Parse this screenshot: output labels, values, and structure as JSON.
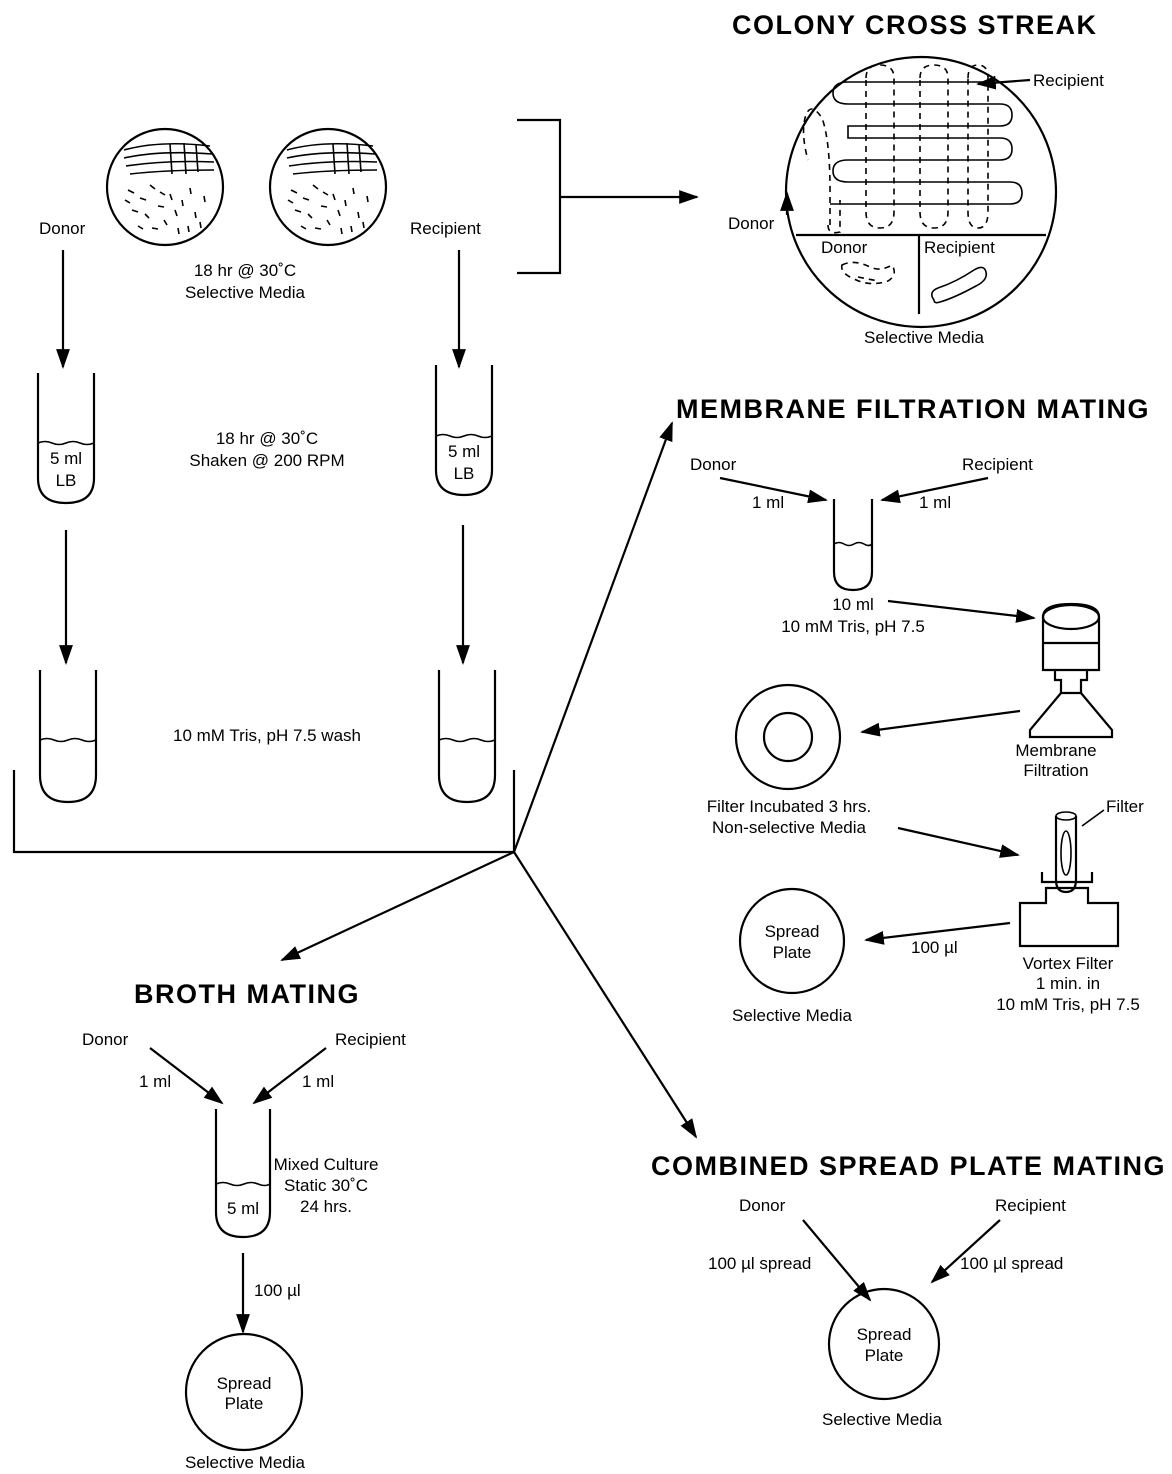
{
  "headings": {
    "colony_cross_streak": "COLONY CROSS STREAK",
    "membrane_filtration_mating": "MEMBRANE FILTRATION MATING",
    "broth_mating": "BROTH MATING",
    "combined_spread_plate_mating": "COMBINED SPREAD PLATE MATING"
  },
  "preparation": {
    "donor": "Donor",
    "recipient": "Recipient",
    "plate_line1": "18 hr @ 30˚C",
    "plate_line2": "Selective Media",
    "culture_line1": "18 hr @ 30˚C",
    "culture_line2": "Shaken @ 200 RPM",
    "tube_volume": "5 ml",
    "tube_medium": "LB",
    "wash": "10 mM Tris, pH 7.5 wash"
  },
  "cross_streak": {
    "recipient_arrow": "Recipient",
    "donor_arrow": "Donor",
    "donor_sector": "Donor",
    "recipient_sector": "Recipient",
    "media": "Selective Media"
  },
  "membrane": {
    "donor": "Donor",
    "recipient": "Recipient",
    "donor_vol": "1 ml",
    "recipient_vol": "1 ml",
    "tube_line1": "10 ml",
    "tube_line2": "10 mM Tris, pH 7.5",
    "filtration_line1": "Membrane",
    "filtration_line2": "Filtration",
    "incubate_line1": "Filter Incubated 3 hrs.",
    "incubate_line2": "Non-selective Media",
    "filter": "Filter",
    "vortex_line1": "Vortex Filter",
    "vortex_line2": "1 min. in",
    "vortex_line3": "10 mM Tris, pH 7.5",
    "transfer_vol": "100 µl",
    "plate_line1": "Spread",
    "plate_line2": "Plate",
    "media": "Selective Media"
  },
  "broth": {
    "donor": "Donor",
    "recipient": "Recipient",
    "donor_vol": "1 ml",
    "recipient_vol": "1 ml",
    "culture_line1": "Mixed Culture",
    "culture_line2": "Static 30˚C",
    "culture_line3": "24 hrs.",
    "tube_volume": "5 ml",
    "transfer_vol": "100 µl",
    "plate_line1": "Spread",
    "plate_line2": "Plate",
    "media": "Selective Media"
  },
  "combined": {
    "donor": "Donor",
    "recipient": "Recipient",
    "donor_spread": "100 µl spread",
    "recipient_spread": "100 µl spread",
    "plate_line1": "Spread",
    "plate_line2": "Plate",
    "media": "Selective Media"
  }
}
